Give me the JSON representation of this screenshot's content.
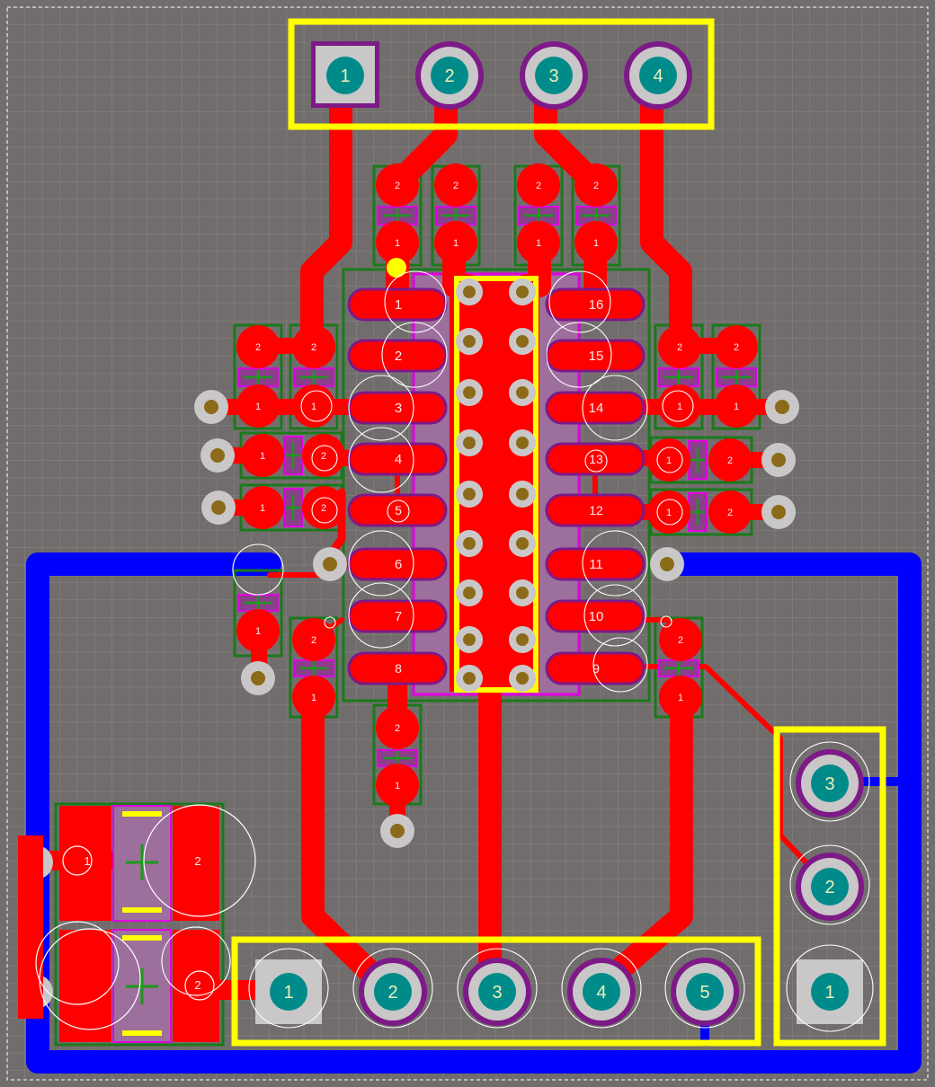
{
  "colors": {
    "board": "#726d6d",
    "grid": "#8a8585",
    "top_copper": "#ff0000",
    "bottom_copper": "#0000ff",
    "silk": "#ffff00",
    "pad_ring": "#c9c7c7",
    "via_ring": "#7d1a88",
    "pad_center": "#008b8b",
    "drill": "#8b6b1a",
    "courtyard": "#1a7a1a",
    "paste": "#c13cc1"
  },
  "connectors": {
    "top_header": [
      "1",
      "2",
      "3",
      "4"
    ],
    "bottom_header": [
      "1",
      "2",
      "3",
      "4",
      "5"
    ],
    "right_header": [
      "3",
      "2",
      "1"
    ]
  },
  "ic": {
    "left_pins": [
      "1",
      "2",
      "3",
      "4",
      "5",
      "6",
      "7",
      "8"
    ],
    "right_pins": [
      "16",
      "15",
      "14",
      "13",
      "12",
      "11",
      "10",
      "9"
    ]
  },
  "smd_pad_labels": {
    "one": "1",
    "two": "2"
  },
  "electrolytic": {
    "pad1": "1",
    "pad2": "2"
  }
}
